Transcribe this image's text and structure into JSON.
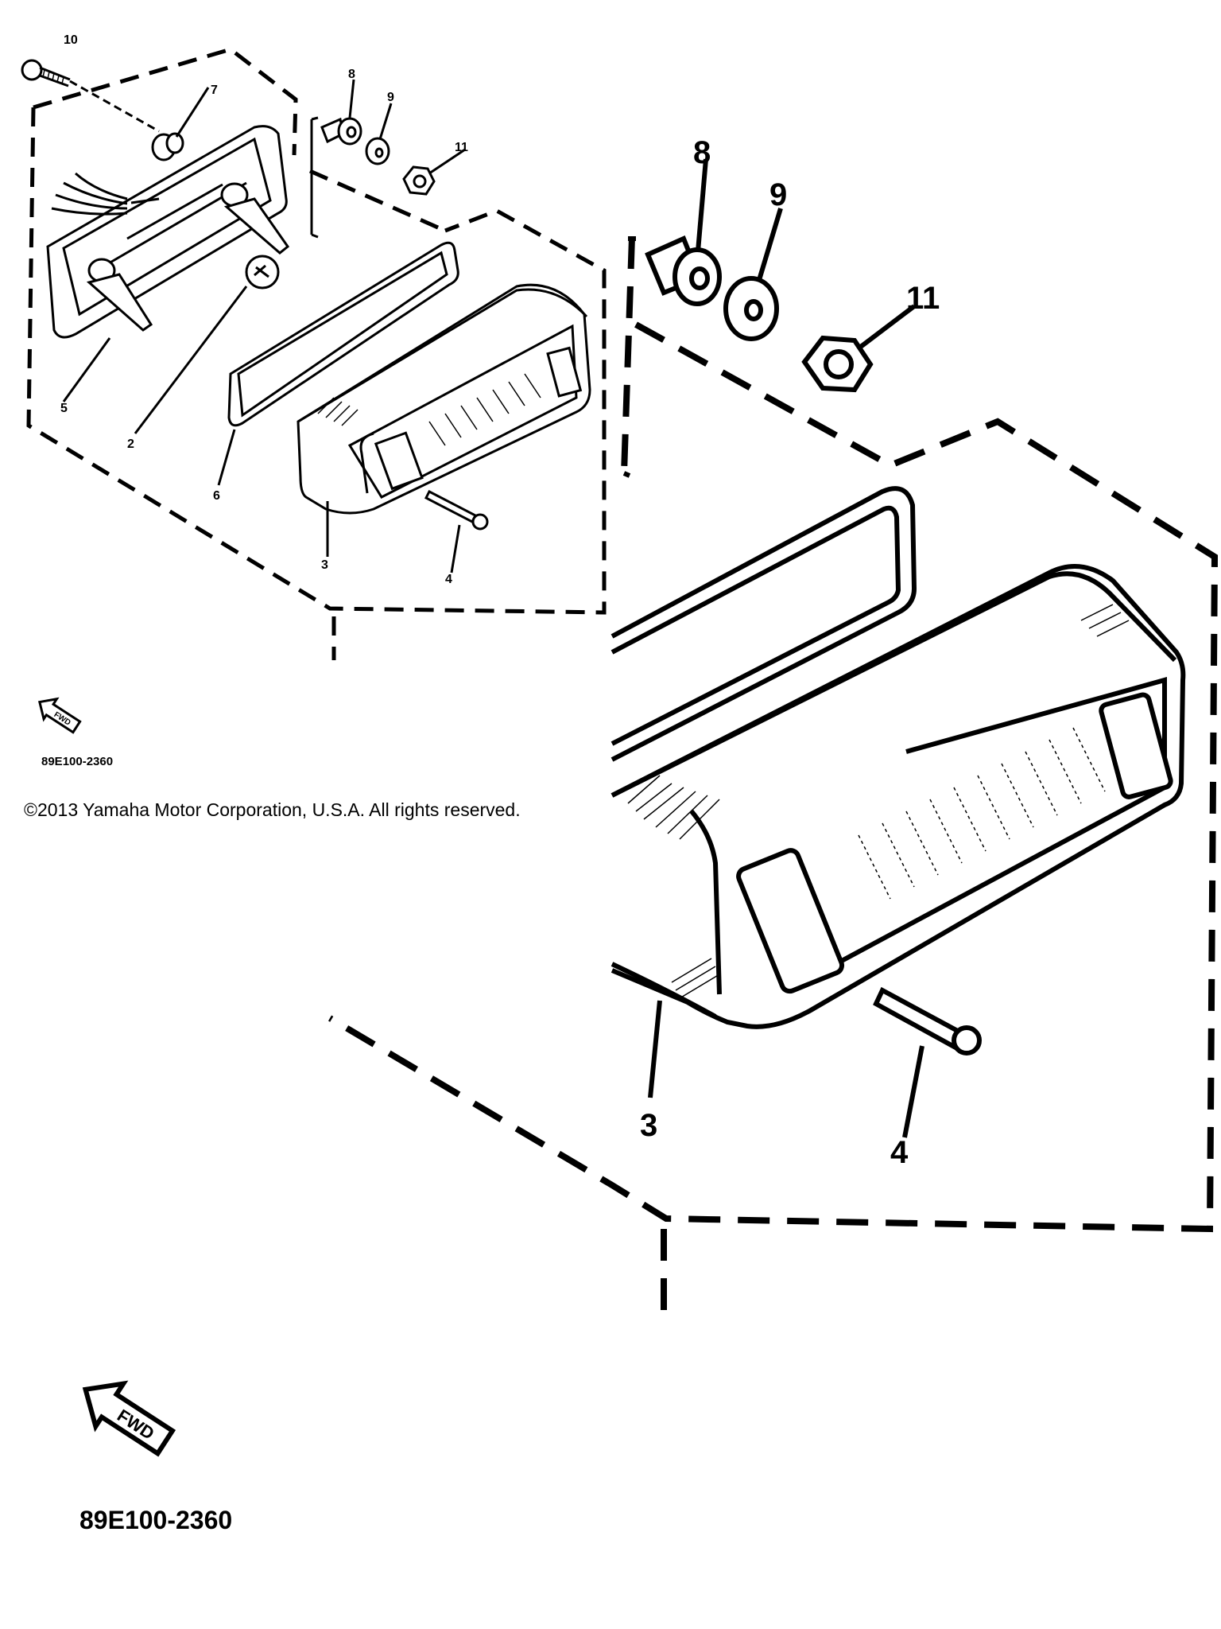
{
  "callouts": {
    "small": [
      "10",
      "7",
      "8",
      "9",
      "11",
      "5",
      "2",
      "6",
      "3",
      "4"
    ],
    "large": [
      "8",
      "9",
      "11",
      "3",
      "4"
    ]
  },
  "diagram_code_small": "89E100-2360",
  "diagram_code_large": "89E100-2360",
  "fwd_label": "FWD",
  "copyright": "©2013 Yamaha Motor Corporation, U.S.A. All rights reserved.",
  "icons": [
    "fwd-arrow-icon"
  ]
}
